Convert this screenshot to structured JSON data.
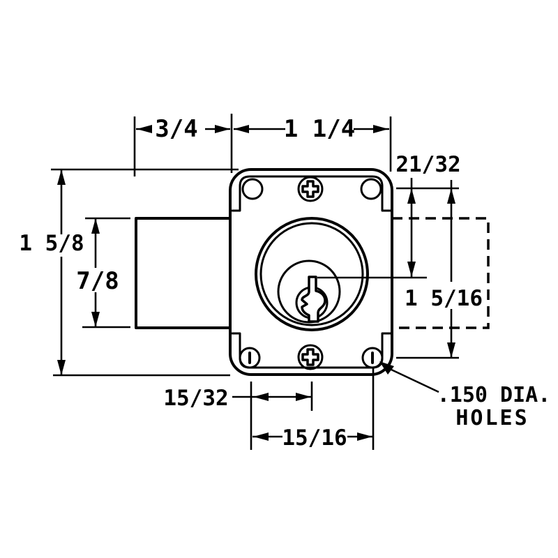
{
  "meta": {
    "drawing_type": "dimensioned technical drawing of a cabinet / drawer lock, front view",
    "background_color": "#ffffff",
    "line_color": "#000000"
  },
  "labels": {
    "dim_top_left": "3/4",
    "dim_top_right": "1 1/4",
    "dim_top_hole_to_center": "21/32",
    "dim_overall_height": "1 5/8",
    "dim_housing_height": "7/8",
    "dim_hole_span_vertical": "1 5/16",
    "dim_hole_to_centerline": "15/32",
    "dim_hole_span_horizontal": "15/16",
    "note_holes_line1": ".150 DIA.",
    "note_holes_line2": "HOLES"
  }
}
